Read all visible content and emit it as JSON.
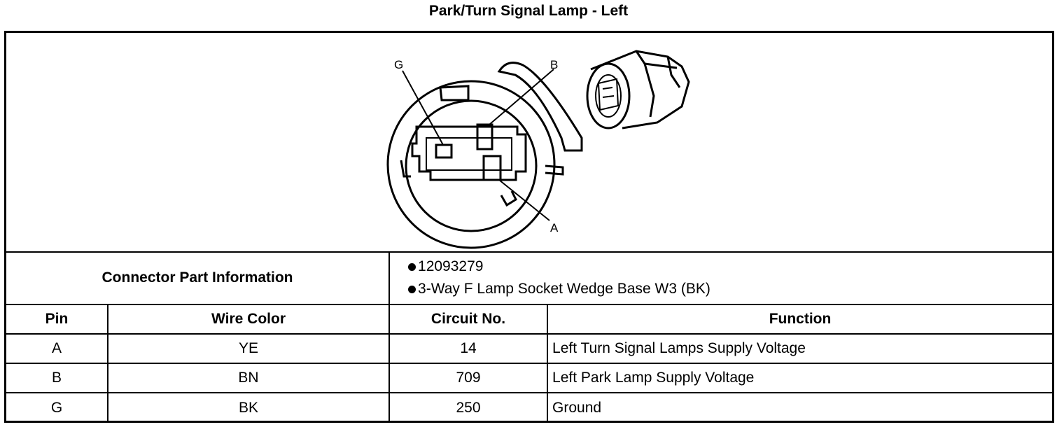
{
  "title": "Park/Turn Signal Lamp - Left",
  "diagram": {
    "pin_labels": {
      "g": "G",
      "b": "B",
      "a": "A"
    }
  },
  "connector_info": {
    "label": "Connector Part Information",
    "items": [
      "12093279",
      "3-Way F Lamp Socket Wedge Base W3 (BK)"
    ]
  },
  "table": {
    "headers": {
      "pin": "Pin",
      "wire_color": "Wire Color",
      "circuit": "Circuit No.",
      "function": "Function"
    },
    "rows": [
      {
        "pin": "A",
        "wire_color": "YE",
        "circuit": "14",
        "function": "Left Turn Signal Lamps Supply Voltage"
      },
      {
        "pin": "B",
        "wire_color": "BN",
        "circuit": "709",
        "function": "Left Park Lamp Supply Voltage"
      },
      {
        "pin": "G",
        "wire_color": "BK",
        "circuit": "250",
        "function": "Ground"
      }
    ]
  }
}
